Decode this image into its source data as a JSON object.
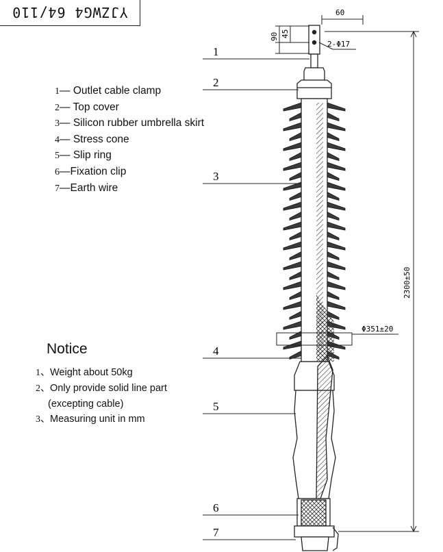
{
  "title": "YJZWG4 64/110",
  "legend": [
    {
      "num": "1",
      "text": "Outlet cable clamp"
    },
    {
      "num": "2",
      "text": "Top cover"
    },
    {
      "num": "3",
      "text": "Silicon rubber umbrella skirt"
    },
    {
      "num": "4",
      "text": "Stress cone"
    },
    {
      "num": "5",
      "text": "Slip ring"
    },
    {
      "num": "6",
      "text": "Fixation clip"
    },
    {
      "num": "7",
      "text": "Earth wire"
    }
  ],
  "notice": {
    "heading": "Notice",
    "items": [
      {
        "num": "1、",
        "text": "Weight about 50kg"
      },
      {
        "num": "2、",
        "text": "Only provide solid line part"
      },
      {
        "num": "",
        "text": "(excepting cable)"
      },
      {
        "num": "3、",
        "text": "Measuring unit in mm"
      }
    ]
  },
  "callouts": [
    "1",
    "2",
    "3",
    "4",
    "5",
    "6",
    "7"
  ],
  "dimensions": {
    "width_top": "60",
    "height_90": "90",
    "height_45": "45",
    "holes": "2-Φ17",
    "diameter": "Φ351±20",
    "total_length": "2300±50"
  }
}
